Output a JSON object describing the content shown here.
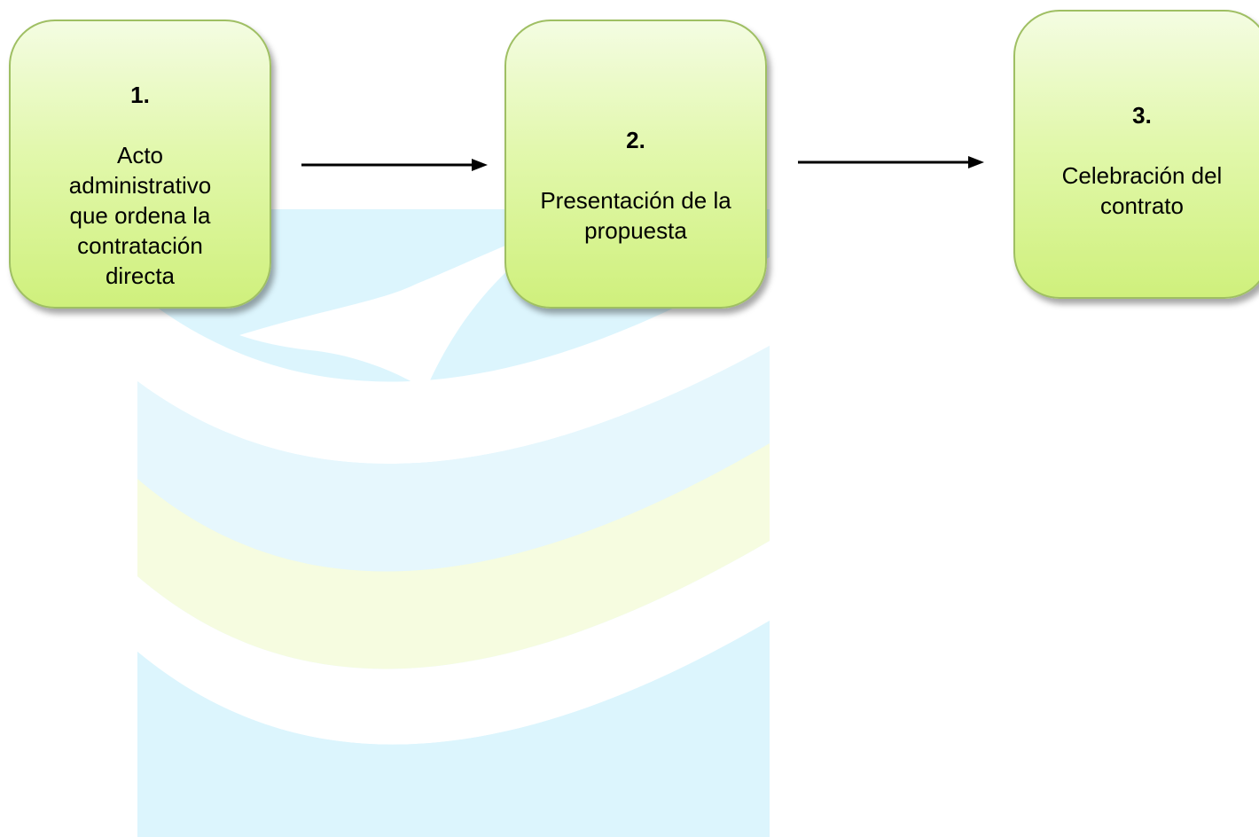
{
  "steps": [
    {
      "number": "1.",
      "label": "Acto administrativo que ordena la contratación directa"
    },
    {
      "number": "2.",
      "label": "Presentación de la propuesta"
    },
    {
      "number": "3.",
      "label": "Celebración del contrato"
    }
  ],
  "colors": {
    "box_fill": "#e2f8ad",
    "box_border": "#9fbf63",
    "watermark_blue": "#d7f3fc",
    "watermark_yellow": "#f5fbdc"
  }
}
